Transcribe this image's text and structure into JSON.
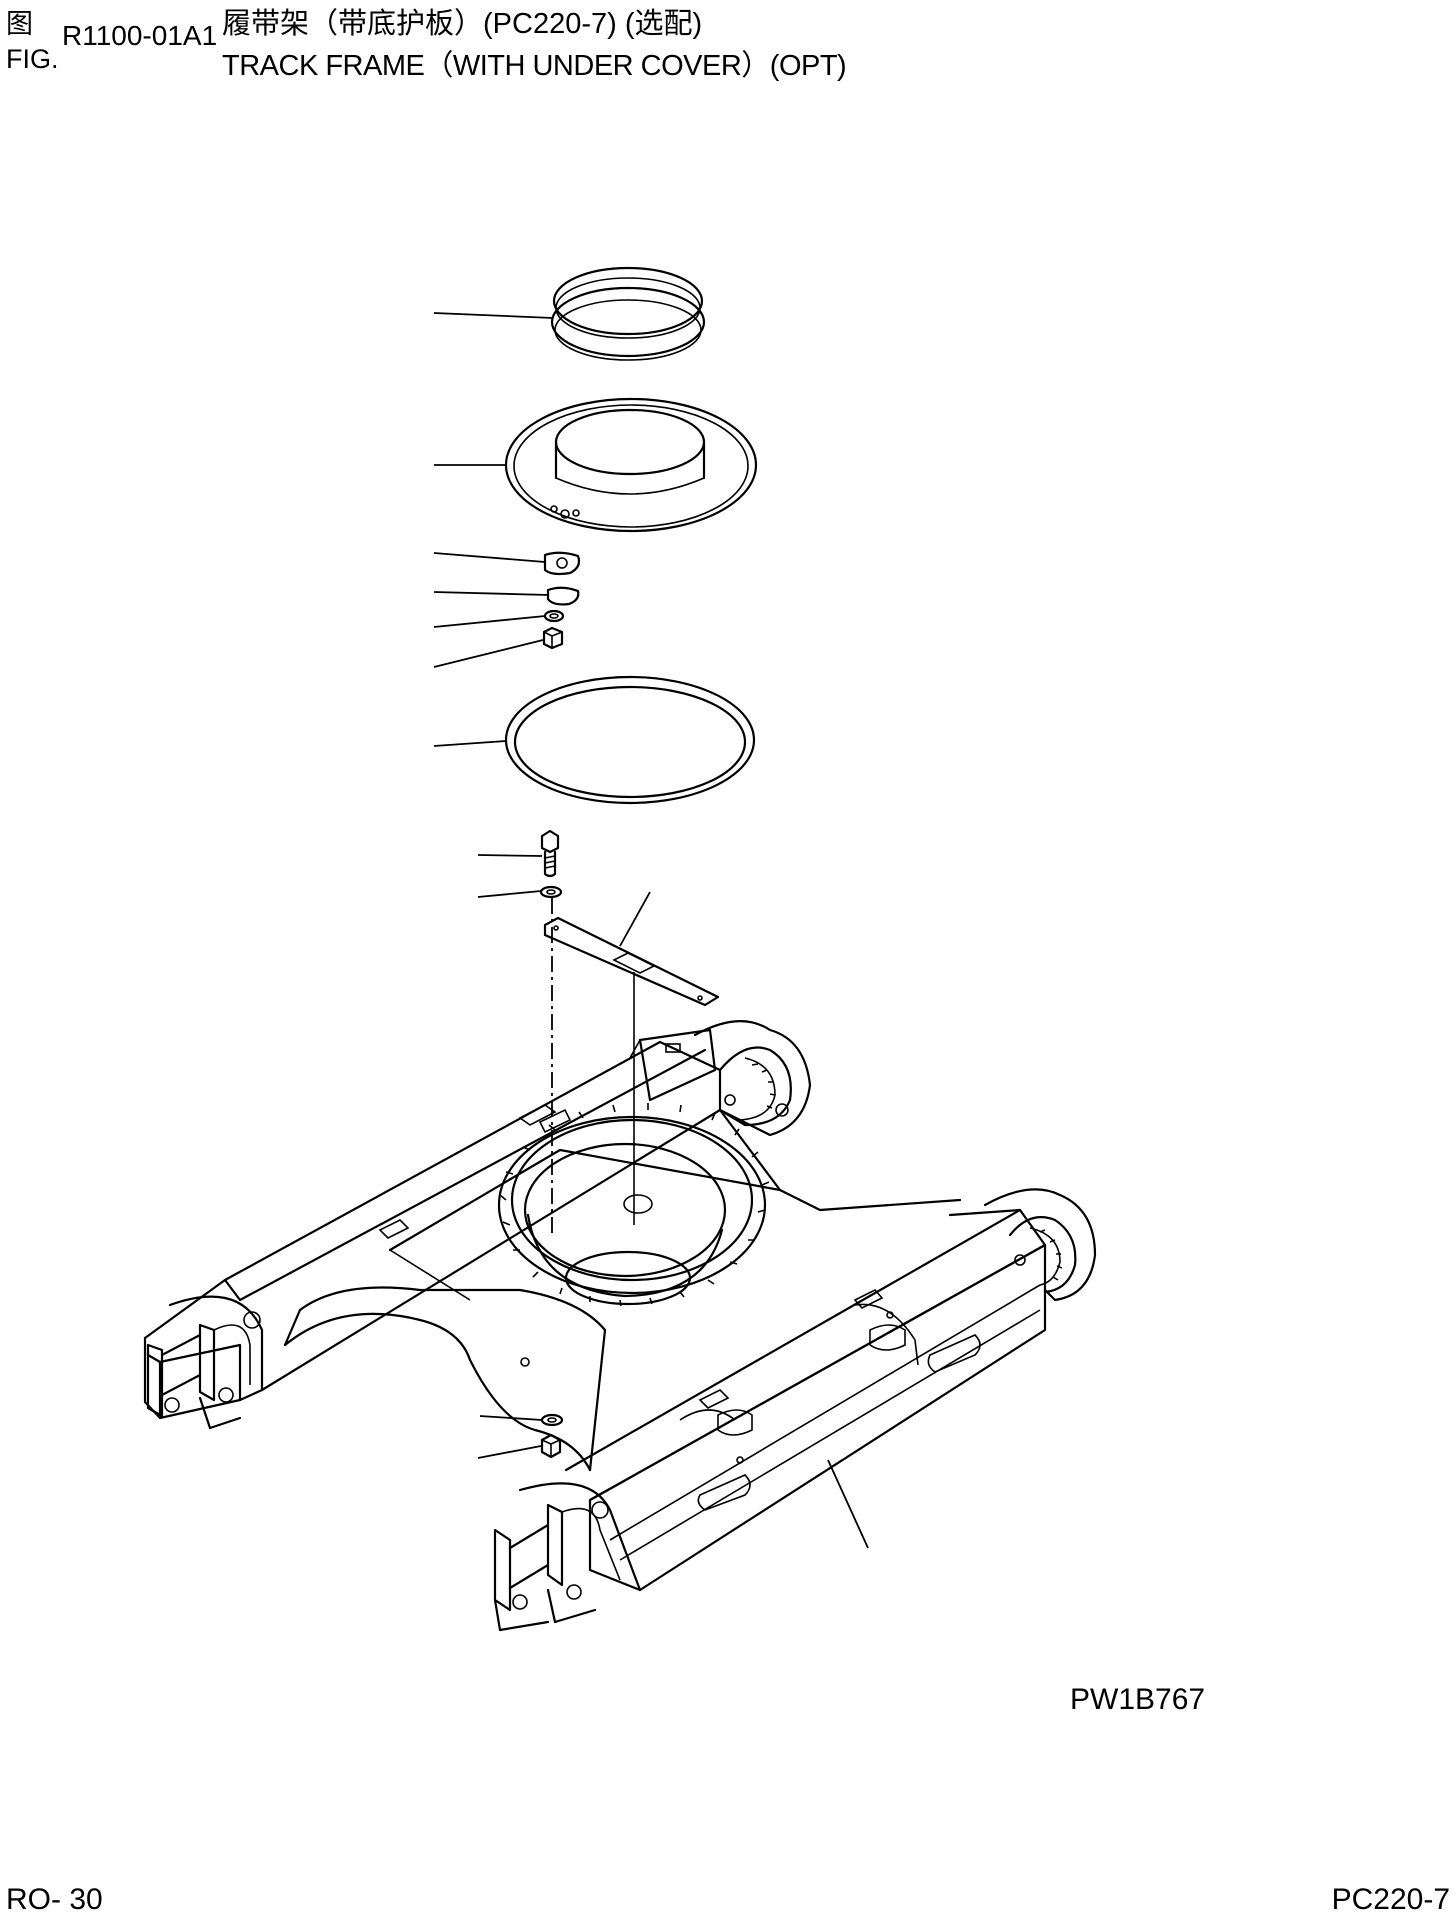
{
  "header": {
    "fig_label_cn": "图",
    "fig_label_en": "FIG.",
    "fig_number": "R1100-01A1",
    "title_cn": "履带架（带底护板）(PC220-7) (选配)",
    "title_en": "TRACK FRAME（WITH UNDER COVER）(OPT)"
  },
  "diagram": {
    "drawing_code": "PW1B767"
  },
  "footer": {
    "page_number": "RO- 30",
    "model": "PC220-7"
  }
}
